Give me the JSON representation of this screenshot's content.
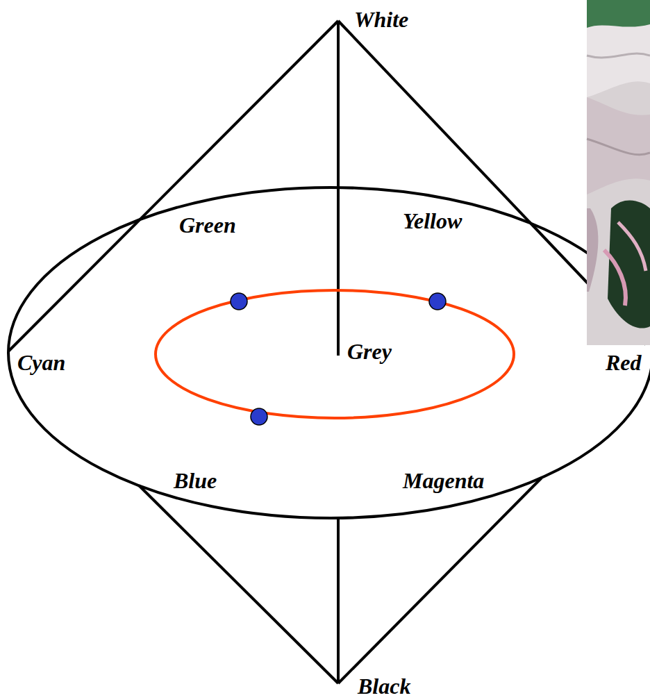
{
  "diagram": {
    "labels": [
      "White",
      "Green",
      "Yellow",
      "Cyan",
      "Grey",
      "Red",
      "Blue",
      "Magenta",
      "Black"
    ]
  }
}
